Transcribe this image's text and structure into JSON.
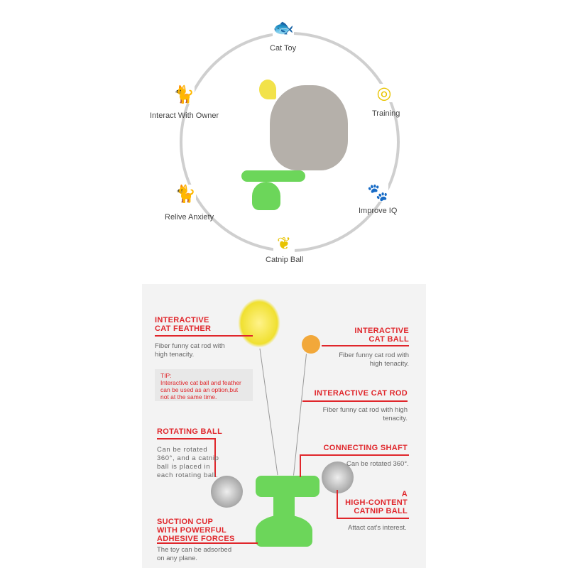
{
  "features": {
    "cat_toy": {
      "label": "Cat Toy",
      "icon": "fish-bone-icon"
    },
    "training": {
      "label": "Training",
      "icon": "collar-bell-icon"
    },
    "improve_iq": {
      "label": "Improve IQ",
      "icon": "paw-icon"
    },
    "catnip_ball": {
      "label": "Catnip Ball",
      "icon": "leaf-icon"
    },
    "relive_anxiety": {
      "label": "Relive Anxiety",
      "icon": "sitting-cat-icon"
    },
    "interact_owner": {
      "label": "Interact With Owner",
      "icon": "walking-cat-icon"
    }
  },
  "callouts": {
    "feather": {
      "title1": "INTERACTIVE",
      "title2": "CAT FEATHER",
      "desc1": "Fiber funny cat rod with",
      "desc2": "high tenacity."
    },
    "ball": {
      "title1": "INTERACTIVE",
      "title2": "CAT BALL",
      "desc1": "Fiber funny cat rod with",
      "desc2": "high tenacity."
    },
    "tip": {
      "title": "TIP:",
      "l1": "Interactive cat ball and feather",
      "l2": "can be used as an option,but",
      "l3": "not at the same time."
    },
    "rod": {
      "title": "INTERACTIVE CAT ROD",
      "desc1": "Fiber funny cat rod with high",
      "desc2": "tenacity."
    },
    "rotating": {
      "title": "ROTATING BALL",
      "l1": "Can be rotated",
      "l2": "360°, and a catnip",
      "l3": "ball is placed in",
      "l4": "each rotating ball."
    },
    "shaft": {
      "title": "CONNECTING SHAFT",
      "desc": "Can be rotated 360°."
    },
    "catnip": {
      "t1": "A",
      "t2": "HIGH-CONTENT",
      "t3": "CATNIP BALL",
      "desc": "Attact cat's interest."
    },
    "suction": {
      "t1": "SUCTION CUP",
      "t2": "WITH POWERFUL",
      "t3": "ADHESIVE FORCES",
      "d1": "The toy can be adsorbed",
      "d2": "on any plane."
    }
  },
  "colors": {
    "accent": "#e0262b",
    "icon": "#e8c300",
    "toy": "#6cd65a"
  }
}
